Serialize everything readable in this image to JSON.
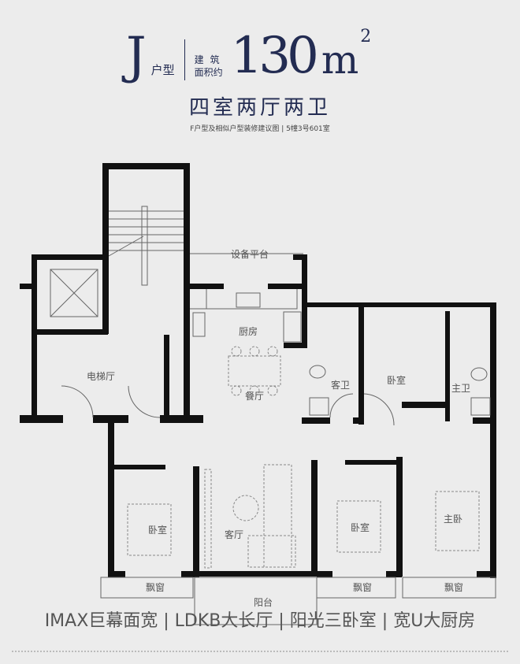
{
  "header": {
    "unit_letter": "J",
    "unit_type_label": "户型",
    "area_label_line1": "建筑",
    "area_label_line2": "面积约",
    "area_value": "130",
    "area_unit": "m",
    "area_unit_sup": "2",
    "layout": "四室两厅两卫",
    "caption": "F户型及相似户型装修建议图 | 5幢3号601室"
  },
  "colors": {
    "title": "#232c52",
    "background": "#ececec",
    "walls": "#111111"
  },
  "rooms": {
    "equipment_platform": "设备平台",
    "kitchen": "厨房",
    "dining": "餐厅",
    "elevator_hall": "电梯厅",
    "guest_bath": "客卫",
    "bedroom_north": "卧室",
    "master_bath": "主卫",
    "bedroom_sw": "卧室",
    "living": "客厅",
    "bedroom_s": "卧室",
    "master_bedroom": "主卧",
    "bay_window_1": "飘窗",
    "bay_window_2": "飘窗",
    "bay_window_3": "飘窗",
    "balcony": "阳台"
  },
  "footer": {
    "tagline": "IMAX巨幕面宽 | LDKB大长厅 | 阳光三卧室 | 宽U大厨房"
  }
}
